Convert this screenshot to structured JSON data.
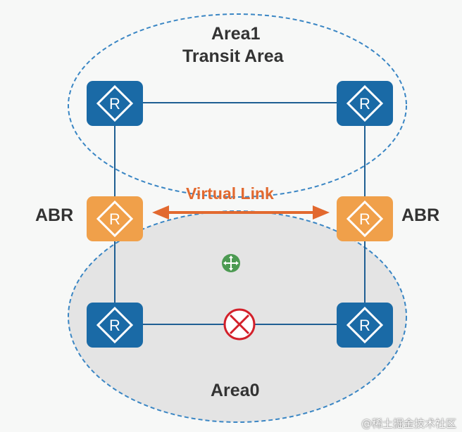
{
  "area1": {
    "name": "Area1",
    "subtitle": "Transit Area"
  },
  "area0": {
    "name": "Area0"
  },
  "virtual_link": {
    "label": "Virtual Link"
  },
  "abr_left": {
    "label": "ABR"
  },
  "abr_right": {
    "label": "ABR"
  },
  "router_glyph": "R",
  "watermark": "@稀土掘金技术社区",
  "colors": {
    "router_blue": "#1a6aa6",
    "router_orange": "#f0a04a",
    "link_line": "#1f5f93",
    "area_border": "#3a86c4",
    "area0_fill": "#e4e4e4",
    "virtual_link": "#e2692f",
    "fault_red": "#d3202a",
    "move_green": "#4c9a52"
  },
  "icons": [
    "router-icon",
    "fault-x-icon",
    "move-icon"
  ]
}
